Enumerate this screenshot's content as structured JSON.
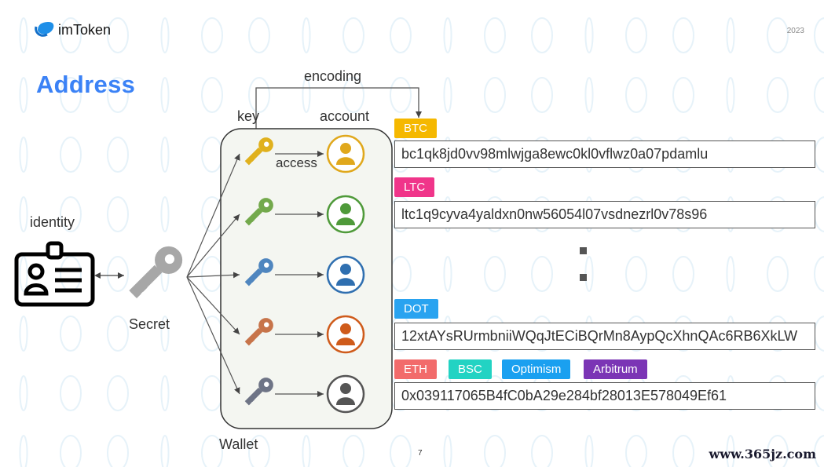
{
  "header": {
    "brand": "imToken",
    "year": "2023"
  },
  "title": "Address",
  "labels": {
    "encoding": "encoding",
    "key": "key",
    "account": "account",
    "access": "access",
    "identity": "identity",
    "secret": "Secret",
    "wallet": "Wallet"
  },
  "pairs": [
    {
      "color": "#e0b11e"
    },
    {
      "color": "#73a94c"
    },
    {
      "color": "#4f86bf"
    },
    {
      "color": "#c7744a"
    },
    {
      "color": "#6e7486"
    }
  ],
  "accounts": [
    {
      "color": "#e0a81c"
    },
    {
      "color": "#4f9a3a"
    },
    {
      "color": "#2f6fb0"
    },
    {
      "color": "#cf5b1b"
    },
    {
      "color": "#555555"
    }
  ],
  "chains": {
    "btc": {
      "label": "BTC",
      "color": "#f5b800"
    },
    "ltc": {
      "label": "LTC",
      "color": "#f0358a"
    },
    "dot": {
      "label": "DOT",
      "color": "#29a3f0"
    },
    "eth": {
      "label": "ETH",
      "color": "#f26b6b"
    },
    "bsc": {
      "label": "BSC",
      "color": "#22d3c3"
    },
    "optimism": {
      "label": "Optimism",
      "color": "#1aa0f0"
    },
    "arbitrum": {
      "label": "Arbitrum",
      "color": "#7b35b5"
    }
  },
  "addresses": {
    "btc": "bc1qk8jd0vv98mlwjga8ewc0kl0vflwz0a07pdamlu",
    "ltc": "ltc1q9cyva4yaldxn0nw56054l07vsdnezrl0v78s96",
    "dot": "12xtAYsRUrmbniiWQqJtECiBQrMn8AypQcXhnQAc6RB6XkLW",
    "evm": "0x039117065B4fC0bA29e284bf28013E578049Ef61"
  },
  "page_number": "7",
  "watermark": "www.365jz.com"
}
